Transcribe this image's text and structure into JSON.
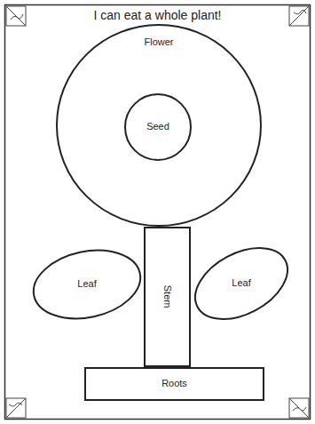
{
  "diagram": {
    "title": "I can eat a whole plant!",
    "nodes": [
      {
        "text": [
          "Flower"
        ]
      },
      {
        "text": [
          "Seed"
        ],
        "in": 0
      },
      {
        "text": [
          "Leaf"
        ]
      },
      {
        "text": [
          "Stem"
        ]
      },
      {
        "text": [
          "Leaf"
        ]
      },
      {
        "text": [
          "Roots"
        ]
      }
    ]
  }
}
